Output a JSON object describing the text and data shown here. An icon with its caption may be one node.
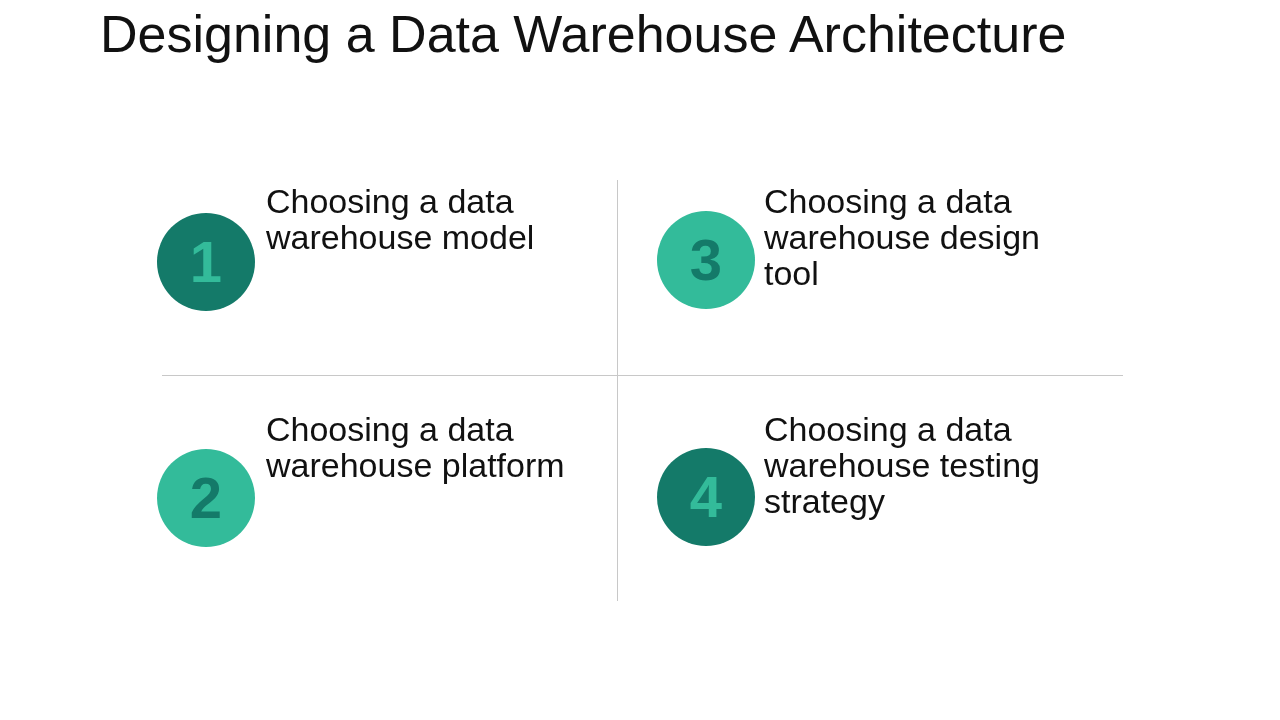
{
  "diagram": {
    "title": "Designing a Data Warehouse Architecture",
    "nodes": [
      {
        "text": [
          "1"
        ],
        "beside": [
          "Choosing a data warehouse model"
        ]
      },
      {
        "text": [
          "3"
        ],
        "beside": [
          "Choosing a data warehouse design tool"
        ]
      },
      {
        "text": [
          "2"
        ],
        "beside": [
          "Choosing a data warehouse platform"
        ]
      },
      {
        "text": [
          "4"
        ],
        "beside": [
          "Choosing a data warehouse testing strategy"
        ]
      }
    ],
    "edges": []
  }
}
